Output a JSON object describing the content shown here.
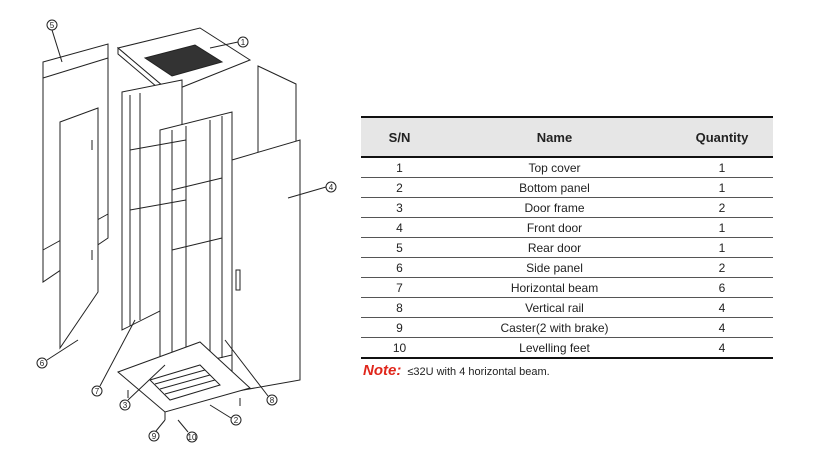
{
  "table": {
    "headers": [
      "S/N",
      "Name",
      "Quantity"
    ],
    "rows": [
      [
        "1",
        "Top cover",
        "1"
      ],
      [
        "2",
        "Bottom panel",
        "1"
      ],
      [
        "3",
        "Door frame",
        "2"
      ],
      [
        "4",
        "Front door",
        "1"
      ],
      [
        "5",
        "Rear door",
        "1"
      ],
      [
        "6",
        "Side panel",
        "2"
      ],
      [
        "7",
        "Horizontal beam",
        "6"
      ],
      [
        "8",
        "Vertical rail",
        "4"
      ],
      [
        "9",
        "Caster(2 with brake)",
        "4"
      ],
      [
        "10",
        "Levelling feet",
        "4"
      ]
    ]
  },
  "note": {
    "label": "Note:",
    "text": "≤32U with 4 horizontal beam."
  },
  "callouts": [
    "1",
    "2",
    "3",
    "4",
    "5",
    "6",
    "7",
    "8",
    "9",
    "10"
  ],
  "colors": {
    "note_label": "#e0261b",
    "header_bg": "#e6e6e6"
  }
}
